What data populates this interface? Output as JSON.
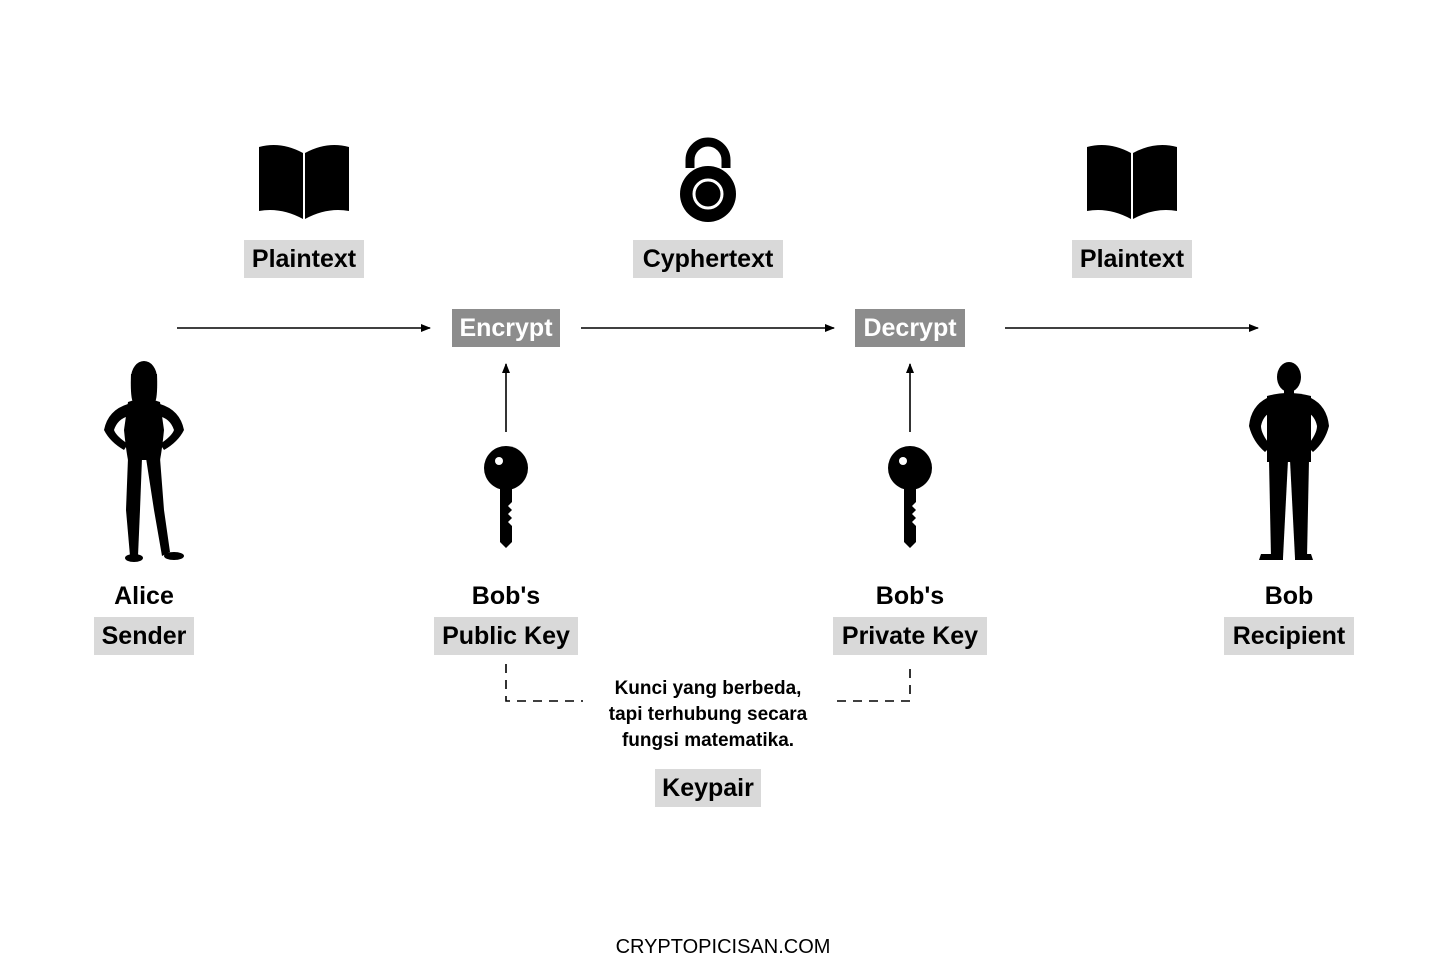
{
  "colors": {
    "light_tag": "#d9d9d9",
    "dark_tag": "#8c8c8c",
    "ink": "#000000",
    "background": "#ffffff"
  },
  "top_row": {
    "left_item": {
      "label": "Plaintext",
      "icon": "book-icon"
    },
    "middle_item": {
      "label": "Cyphertext",
      "icon": "padlock-icon"
    },
    "right_item": {
      "label": "Plaintext",
      "icon": "book-icon"
    }
  },
  "operations": {
    "encrypt": "Encrypt",
    "decrypt": "Decrypt"
  },
  "actors": {
    "sender": {
      "name": "Alice",
      "role": "Sender",
      "icon": "woman-silhouette-icon"
    },
    "recipient": {
      "name": "Bob",
      "role": "Recipient",
      "icon": "man-silhouette-icon"
    }
  },
  "keys": {
    "public_key": {
      "owner": "Bob's",
      "label": "Public Key",
      "icon": "key-icon"
    },
    "private_key": {
      "owner": "Bob's",
      "label": "Private Key",
      "icon": "key-icon"
    }
  },
  "keypair": {
    "note": "Kunci yang berbeda,\ntapi terhubung secara\nfungsi matematika.",
    "label": "Keypair"
  },
  "footer": {
    "text": "CRYPTOPICISAN.COM"
  }
}
